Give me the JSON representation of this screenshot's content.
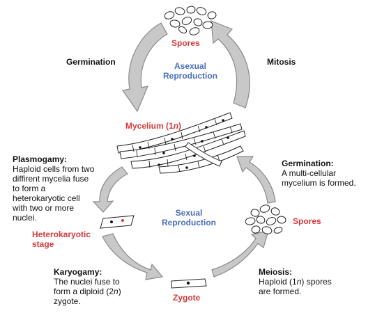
{
  "labels": {
    "spores_top": "Spores",
    "germination_top": "Germination",
    "mitosis": "Mitosis",
    "asexual": "Asexual Reproduction",
    "mycelium": "Mycelium (1n)",
    "sexual": "Sexual Reproduction",
    "heterokaryotic": "Heterokaryotic stage",
    "spores_right": "Spores",
    "zygote": "Zygote"
  },
  "descriptions": {
    "plasmogamy": {
      "title": "Plasmogamy:",
      "text": "Haploid cells from two diffirent mycelia fuse to form a heterokaryotic cell with two or more nuclei."
    },
    "germination": {
      "title": "Germination:",
      "text": "A multi-cellular mycelium is formed."
    },
    "karyogamy": {
      "title": "Karyogamy:",
      "text": "The nuclei fuse to form a diploid (2n) zygote."
    },
    "meiosis": {
      "title": "Meiosis:",
      "text": "Haploid (1n) spores are formed."
    }
  },
  "colors": {
    "accent_red": "#d63a3a",
    "accent_blue": "#4a6fb8",
    "arrow_fill": "#c8c8c8",
    "arrow_stroke": "#8a8a8a"
  }
}
